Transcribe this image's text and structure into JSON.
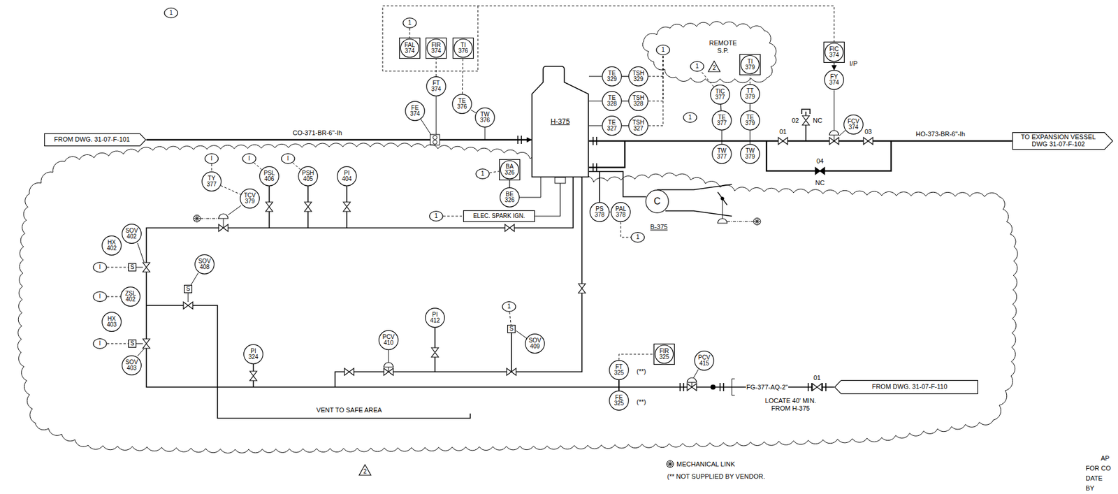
{
  "diagram": {
    "nodes": [
      {
        "text": [
          "1"
        ]
      },
      {
        "text": [
          "1"
        ]
      },
      {
        "text": [
          "FAL 374"
        ]
      },
      {
        "text": [
          "FIR 374"
        ]
      },
      {
        "text": [
          "TI 376"
        ]
      },
      {
        "text": [
          "FIC 374"
        ]
      },
      {
        "text": [
          "1"
        ]
      },
      {
        "text": [
          "1"
        ]
      },
      {
        "text": [
          "2"
        ]
      },
      {
        "text": [
          "TI 379"
        ]
      },
      {
        "text": [
          "FY 374"
        ]
      },
      {
        "text": [
          "TE 329"
        ]
      },
      {
        "text": [
          "TSH 329"
        ]
      },
      {
        "text": [
          "FT 374"
        ]
      },
      {
        "text": [
          "TIC 377"
        ]
      },
      {
        "text": [
          "TT 379"
        ]
      },
      {
        "text": [
          "TE 328"
        ]
      },
      {
        "text": [
          "TSH 328"
        ]
      },
      {
        "text": [
          "TE 376"
        ]
      },
      {
        "text": [
          "FE 374"
        ]
      },
      {
        "text": [
          "TW 376"
        ]
      },
      {
        "text": [
          "1"
        ]
      },
      {
        "text": [
          "TE 377"
        ]
      },
      {
        "text": [
          "TE 379"
        ]
      },
      {
        "text": [
          "FCV 374"
        ]
      },
      {
        "text": [
          "TE 327"
        ]
      },
      {
        "text": [
          "TSH 327"
        ]
      },
      {
        "text": [
          "H-375"
        ]
      },
      {
        "text": [
          "FROM DWG. 31-07-F-101"
        ]
      },
      {
        "text": [
          "TO EXPANSION VESSEL DWG 31-07-F-102"
        ]
      },
      {
        "text": [
          "TW 377"
        ]
      },
      {
        "text": [
          "TW 379"
        ]
      },
      {
        "text": [
          "I"
        ]
      },
      {
        "text": [
          "I"
        ]
      },
      {
        "text": [
          "I"
        ]
      },
      {
        "text": [
          "BA 326"
        ]
      },
      {
        "text": [
          "1"
        ]
      },
      {
        "text": [
          "TY 377"
        ]
      },
      {
        "text": [
          "PSL 406"
        ]
      },
      {
        "text": [
          "PSH 405"
        ]
      },
      {
        "text": [
          "PI 404"
        ]
      },
      {
        "text": [
          "BE 326"
        ]
      },
      {
        "text": [
          "TCV 379"
        ]
      },
      {
        "text": [
          "C"
        ]
      },
      {
        "text": [
          "PS 378"
        ]
      },
      {
        "text": [
          "PAL 378"
        ]
      },
      {
        "text": [
          "1"
        ]
      },
      {
        "text": [
          "ELEC. SPARK IGN."
        ]
      },
      {
        "text": [
          "SOV 402"
        ]
      },
      {
        "text": [
          "1"
        ]
      },
      {
        "text": [
          "HX 402"
        ]
      },
      {
        "text": [
          "SOV 408"
        ]
      },
      {
        "text": [
          "I"
        ]
      },
      {
        "text": [
          "S"
        ]
      },
      {
        "text": [
          "S"
        ]
      },
      {
        "text": [
          "ZSL 402"
        ]
      },
      {
        "text": [
          "I"
        ]
      },
      {
        "text": [
          "1"
        ]
      },
      {
        "text": [
          "PI 412"
        ]
      },
      {
        "text": [
          "HX 403"
        ]
      },
      {
        "text": [
          "S"
        ]
      },
      {
        "text": [
          "PCV 410"
        ]
      },
      {
        "text": [
          "SOV 409"
        ]
      },
      {
        "text": [
          "I"
        ]
      },
      {
        "text": [
          "S"
        ]
      },
      {
        "text": [
          "FIR 325"
        ]
      },
      {
        "text": [
          "PI 324"
        ]
      },
      {
        "text": [
          "PCV 415"
        ]
      },
      {
        "text": [
          "SOV 403"
        ]
      },
      {
        "text": [
          "FT 325"
        ]
      },
      {
        "text": [
          "FROM DWG. 31-07-F-110"
        ]
      },
      {
        "text": [
          "FE 325"
        ]
      },
      {
        "text": [
          "2"
        ]
      }
    ],
    "edges": [
      {
        "from": 1,
        "to": 2,
        "arrow": "none"
      },
      {
        "from": 13,
        "to": 3,
        "arrow": "none"
      },
      {
        "from": 18,
        "to": 4,
        "arrow": "none"
      },
      {
        "from": 11,
        "to": 12,
        "arrow": "none"
      },
      {
        "from": 16,
        "to": 17,
        "arrow": "none"
      },
      {
        "from": 25,
        "to": 26,
        "arrow": "none"
      },
      {
        "from": 12,
        "to": 6,
        "arrow": "none"
      },
      {
        "from": 17,
        "to": 6,
        "arrow": "none"
      },
      {
        "from": 26,
        "to": 6,
        "arrow": "none"
      },
      {
        "from": 5,
        "to": 10,
        "arrow": "to"
      },
      {
        "from": 15,
        "to": 9,
        "arrow": "none"
      },
      {
        "from": 23,
        "to": 15,
        "arrow": "none"
      },
      {
        "from": 22,
        "to": 14,
        "arrow": "none"
      },
      {
        "from": 14,
        "to": 7,
        "arrow": "none"
      },
      {
        "from": 28,
        "to": 27,
        "arrow": "to"
      },
      {
        "from": 27,
        "to": 29,
        "arrow": "none"
      },
      {
        "from": 44,
        "to": 45,
        "arrow": "none"
      },
      {
        "from": 45,
        "to": 49,
        "arrow": "none"
      },
      {
        "from": 36,
        "to": 35,
        "arrow": "none"
      },
      {
        "from": 41,
        "to": 35,
        "arrow": "none"
      },
      {
        "from": 46,
        "to": 47,
        "arrow": "none"
      },
      {
        "from": 47,
        "to": 27,
        "arrow": "none"
      },
      {
        "from": 32,
        "to": 37,
        "arrow": "none"
      },
      {
        "from": 33,
        "to": 38,
        "arrow": "none"
      },
      {
        "from": 34,
        "to": 39,
        "arrow": "none"
      },
      {
        "from": 37,
        "to": 42,
        "arrow": "none"
      },
      {
        "from": 52,
        "to": 53,
        "arrow": "none"
      },
      {
        "from": 56,
        "to": 55,
        "arrow": "none"
      },
      {
        "from": 63,
        "to": 64,
        "arrow": "none"
      },
      {
        "from": 57,
        "to": 60,
        "arrow": "none"
      },
      {
        "from": 71,
        "to": 69,
        "arrow": "none"
      },
      {
        "from": 69,
        "to": 65,
        "arrow": "none"
      }
    ],
    "labels": [
      "CO-371-BR-6\"-Ih",
      "HO-373-BR-6\"-Ih",
      "REMOTE S.P.",
      "I/P",
      "01",
      "02",
      "NC",
      "03",
      "04",
      "NC",
      "B-375",
      "FG-377-AQ-2\"",
      "01",
      "LOCATE 40' MIN. FROM H-375",
      "VENT TO SAFE AREA",
      "(**)",
      "(**)",
      "(** NOT SUPPLIED BY VENDOR.",
      "AP",
      "FOR CO",
      "DATE",
      "BY"
    ],
    "legend": [
      {
        "text": "MECHANICAL LINK"
      }
    ]
  }
}
